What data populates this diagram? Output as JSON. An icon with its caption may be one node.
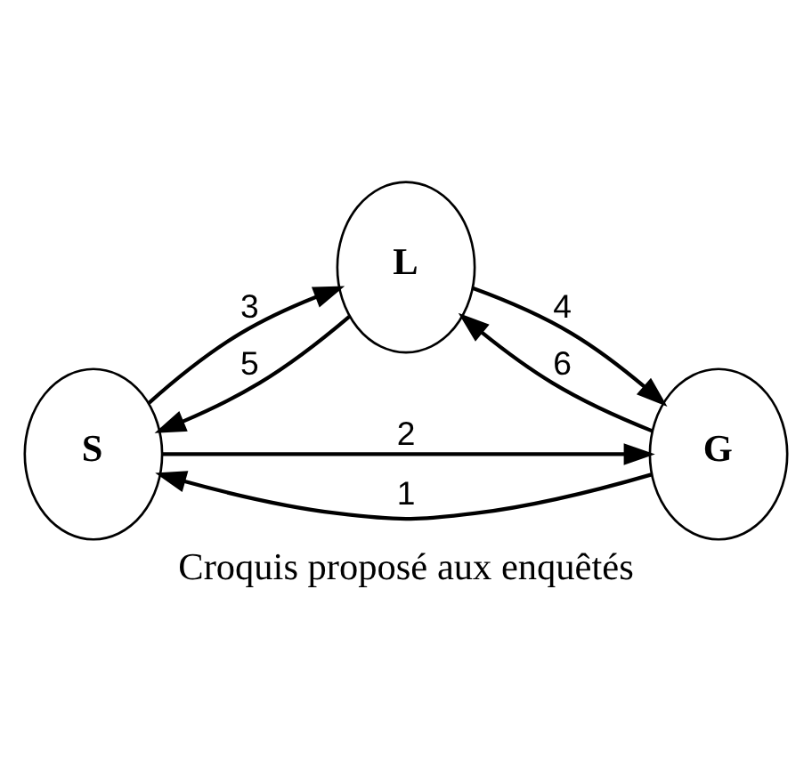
{
  "diagram": {
    "caption": "Croquis proposé aux enquêtés",
    "nodes": [
      {
        "text": [
          "S"
        ]
      },
      {
        "text": [
          "L"
        ]
      },
      {
        "text": [
          "G"
        ]
      }
    ],
    "edges": [
      {
        "from": 0,
        "to": 2,
        "arrow": "to",
        "label": "2"
      },
      {
        "from": 0,
        "to": 1,
        "arrow": "to",
        "label": "3"
      },
      {
        "from": 1,
        "to": 2,
        "arrow": "to",
        "label": "4"
      },
      {
        "from": 1,
        "to": 0,
        "arrow": "to",
        "label": "5"
      },
      {
        "from": 2,
        "to": 1,
        "arrow": "to",
        "label": "6"
      },
      {
        "from": 2,
        "to": 0,
        "arrow": "to",
        "label": "1"
      }
    ]
  }
}
